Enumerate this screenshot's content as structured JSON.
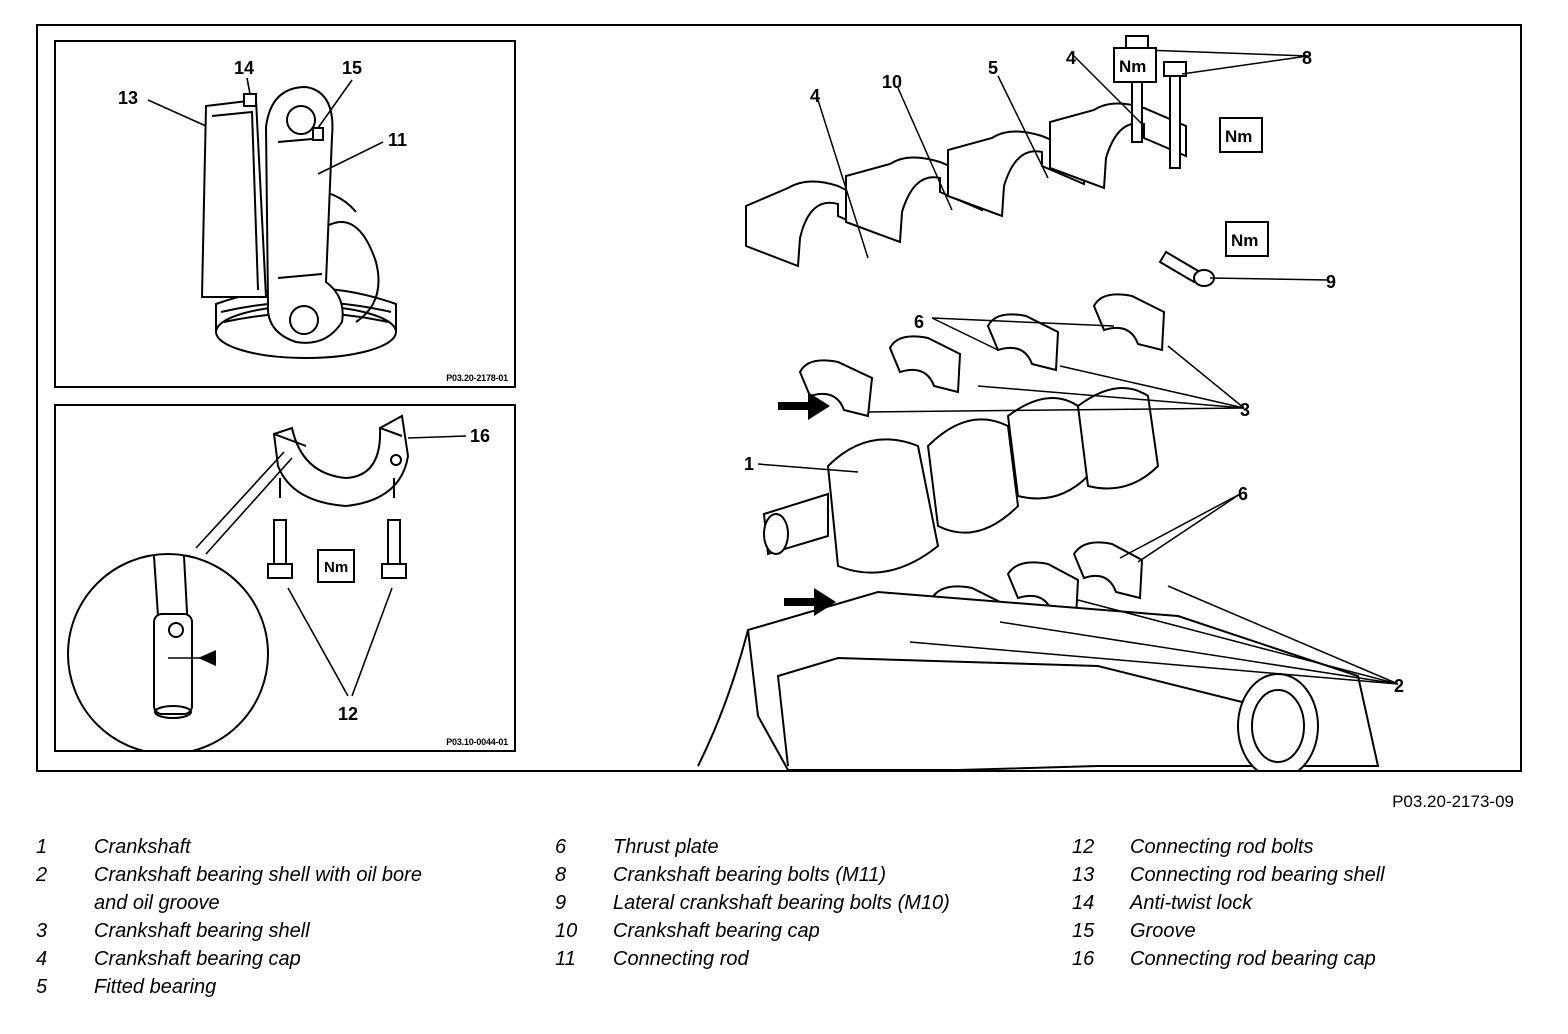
{
  "figure": {
    "code": "P03.20-2173-09",
    "inset_top_code": "P03.20-2178-01",
    "inset_bottom_code": "P03.10-0044-01",
    "torque_label": "Nm",
    "callouts": {
      "c1": "1",
      "c2": "2",
      "c3": "3",
      "c4": "4",
      "c5": "5",
      "c6": "6",
      "c8": "8",
      "c9": "9",
      "c10": "10",
      "c11": "11",
      "c12": "12",
      "c13": "13",
      "c14": "14",
      "c15": "15",
      "c16": "16"
    }
  },
  "legend": {
    "col1": [
      {
        "num": "1",
        "text": "Crankshaft"
      },
      {
        "num": "2",
        "text": "Crankshaft bearing shell with oil bore\nand oil groove"
      },
      {
        "num": "3",
        "text": "Crankshaft bearing shell"
      },
      {
        "num": "4",
        "text": "Crankshaft bearing cap"
      },
      {
        "num": "5",
        "text": "Fitted bearing"
      }
    ],
    "col2": [
      {
        "num": "6",
        "text": "Thrust plate"
      },
      {
        "num": "8",
        "text": "Crankshaft bearing bolts (M11)"
      },
      {
        "num": "9",
        "text": "Lateral crankshaft bearing bolts (M10)"
      },
      {
        "num": "10",
        "text": "Crankshaft bearing cap"
      },
      {
        "num": "11",
        "text": "Connecting rod"
      }
    ],
    "col3": [
      {
        "num": "12",
        "text": "Connecting rod bolts"
      },
      {
        "num": "13",
        "text": "Connecting rod bearing shell"
      },
      {
        "num": "14",
        "text": "Anti-twist lock"
      },
      {
        "num": "15",
        "text": "Groove"
      },
      {
        "num": "16",
        "text": "Connecting rod bearing cap"
      }
    ]
  }
}
